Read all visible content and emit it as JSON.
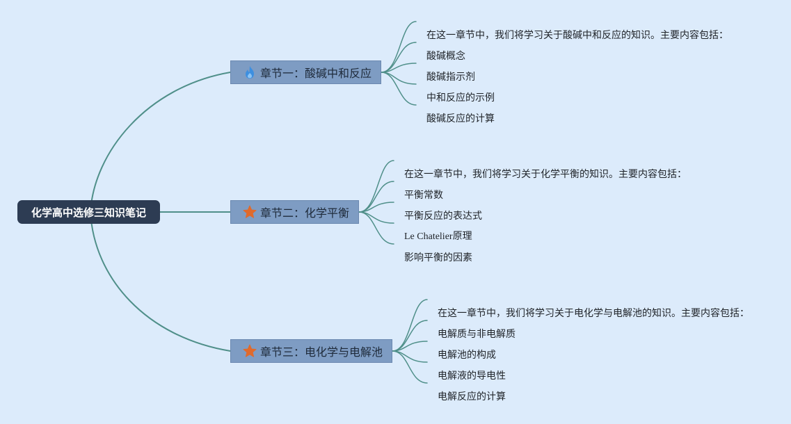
{
  "root": {
    "title": "化学高中选修三知识笔记"
  },
  "chapters": [
    {
      "icon": "fire-icon",
      "title": "章节一：酸碱中和反应",
      "items": [
        "在这一章节中，我们将学习关于酸碱中和反应的知识。主要内容包括：",
        "酸碱概念",
        "酸碱指示剂",
        "中和反应的示例",
        "酸碱反应的计算"
      ]
    },
    {
      "icon": "star-icon",
      "title": "章节二：化学平衡",
      "items": [
        "在这一章节中，我们将学习关于化学平衡的知识。主要内容包括：",
        "平衡常数",
        "平衡反应的表达式",
        "Le Chatelier原理",
        "影响平衡的因素"
      ]
    },
    {
      "icon": "star-icon",
      "title": "章节三：电化学与电解池",
      "items": [
        "在这一章节中，我们将学习关于电化学与电解池的知识。主要内容包括：",
        "电解质与非电解质",
        "电解池的构成",
        "电解液的导电性",
        "电解反应的计算"
      ]
    }
  ],
  "colors": {
    "background": "#dcebfb",
    "connector": "#4f8f89",
    "root_fill": "#2d3c53",
    "chapter_fill": "#7e9cc3",
    "fire_icon": "#3d8fe0",
    "star_icon": "#e06a2c"
  }
}
